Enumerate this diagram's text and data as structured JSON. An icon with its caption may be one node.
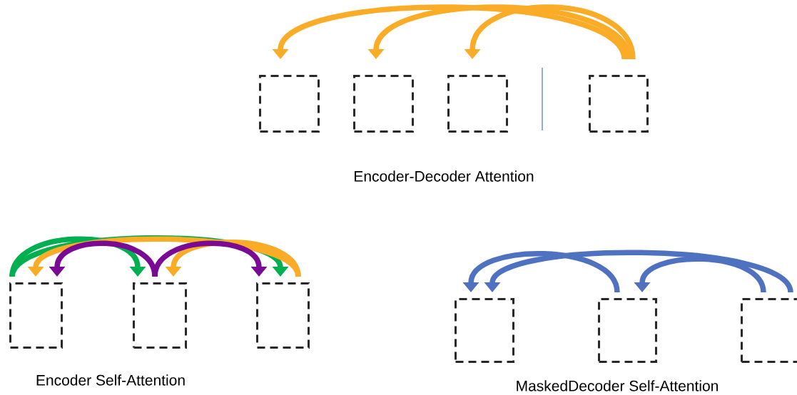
{
  "diagram": {
    "nodes": [
      {
        "text": [],
        "shape": "box"
      },
      {
        "text": [],
        "shape": "box"
      },
      {
        "text": [],
        "shape": "box"
      },
      {
        "text": [],
        "shape": "box"
      },
      {
        "text": [],
        "shape": "box"
      },
      {
        "text": [],
        "shape": "box"
      },
      {
        "text": [],
        "shape": "box"
      },
      {
        "text": [],
        "shape": "box"
      },
      {
        "text": [],
        "shape": "box"
      },
      {
        "text": [],
        "shape": "box"
      }
    ],
    "edges": [
      {
        "from": 3,
        "to": 0,
        "arrow": "to",
        "color": "#fbac27"
      },
      {
        "from": 3,
        "to": 1,
        "arrow": "to",
        "color": "#fbac27"
      },
      {
        "from": 3,
        "to": 2,
        "arrow": "to",
        "color": "#fbac27"
      },
      {
        "from": 4,
        "to": 5,
        "arrow": "to",
        "color": "#00b050"
      },
      {
        "from": 4,
        "to": 6,
        "arrow": "to",
        "color": "#00b050"
      },
      {
        "from": 6,
        "to": 4,
        "arrow": "to",
        "color": "#fbac27"
      },
      {
        "from": 6,
        "to": 5,
        "arrow": "to",
        "color": "#fbac27"
      },
      {
        "from": 5,
        "to": 4,
        "arrow": "to",
        "color": "#7a0a94"
      },
      {
        "from": 5,
        "to": 6,
        "arrow": "to",
        "color": "#7a0a94"
      },
      {
        "from": 8,
        "to": 7,
        "arrow": "to",
        "color": "#4f72c0"
      },
      {
        "from": 9,
        "to": 8,
        "arrow": "to",
        "color": "#4f72c0"
      },
      {
        "from": 9,
        "to": 7,
        "arrow": "to",
        "color": "#4f72c0"
      }
    ],
    "labels": [
      "Encoder-Decoder Attention",
      "Encoder Self-Attention",
      "MaskedDecoder Self-Attention"
    ]
  }
}
